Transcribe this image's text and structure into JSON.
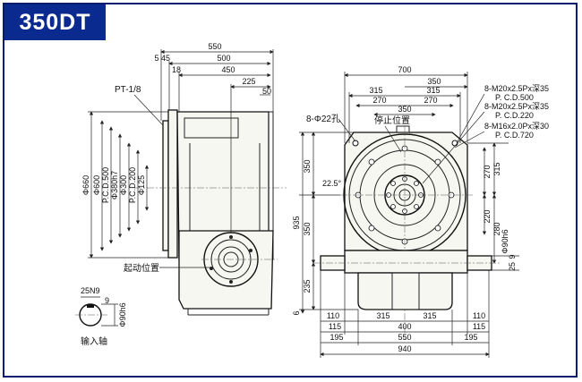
{
  "header": {
    "model": "350DT"
  },
  "side_view": {
    "top_dims": {
      "overall": "550",
      "d5": "5",
      "d45": "45",
      "d500": "500",
      "d18": "18",
      "d450": "450",
      "d225": "225",
      "d50": "50"
    },
    "vertical_dims": [
      "Φ660",
      "Φ600",
      "P.C.D.500",
      "Φ380h7",
      "Φ300",
      "P.C.D.200",
      "Φ125"
    ],
    "labels": {
      "pt": "PT-1/8",
      "start": "起动位置"
    }
  },
  "shaft_detail": {
    "dim_top": "25N9",
    "dim_9": "9",
    "dim_diam": "Φ90h6",
    "label": "输入轴"
  },
  "front_view": {
    "top_dims": {
      "d700": "700",
      "d350": "350",
      "d315a": "315",
      "d315b": "315",
      "d270a": "270",
      "d270b": "270",
      "d350b": "350"
    },
    "notes": {
      "hole": "8-Φ22孔",
      "stop": "停止位置",
      "angle": "22.5°"
    },
    "callouts": [
      "8-M20x2.5Px深35",
      "P. C.D.500",
      "8-M20x2.5Px深35",
      "P. C.D.220",
      "8-M16x2.0Px深30",
      "P. C.D.720"
    ],
    "left_dims": {
      "d935": "935",
      "d350a": "350",
      "d350b": "350",
      "d235": "235",
      "d6": "6"
    },
    "right_dims": {
      "d315": "315",
      "d270": "270",
      "d220": "220",
      "d280": "280",
      "d90": "Φ90h6",
      "d9": "9",
      "d25": "25"
    },
    "bottom_dims": {
      "d110a": "110",
      "d315a": "315",
      "d315b": "315",
      "d110b": "110",
      "d115a": "115",
      "d400": "400",
      "d115b": "115",
      "d195a": "195",
      "d550": "550",
      "d195b": "195",
      "d940": "940"
    }
  }
}
